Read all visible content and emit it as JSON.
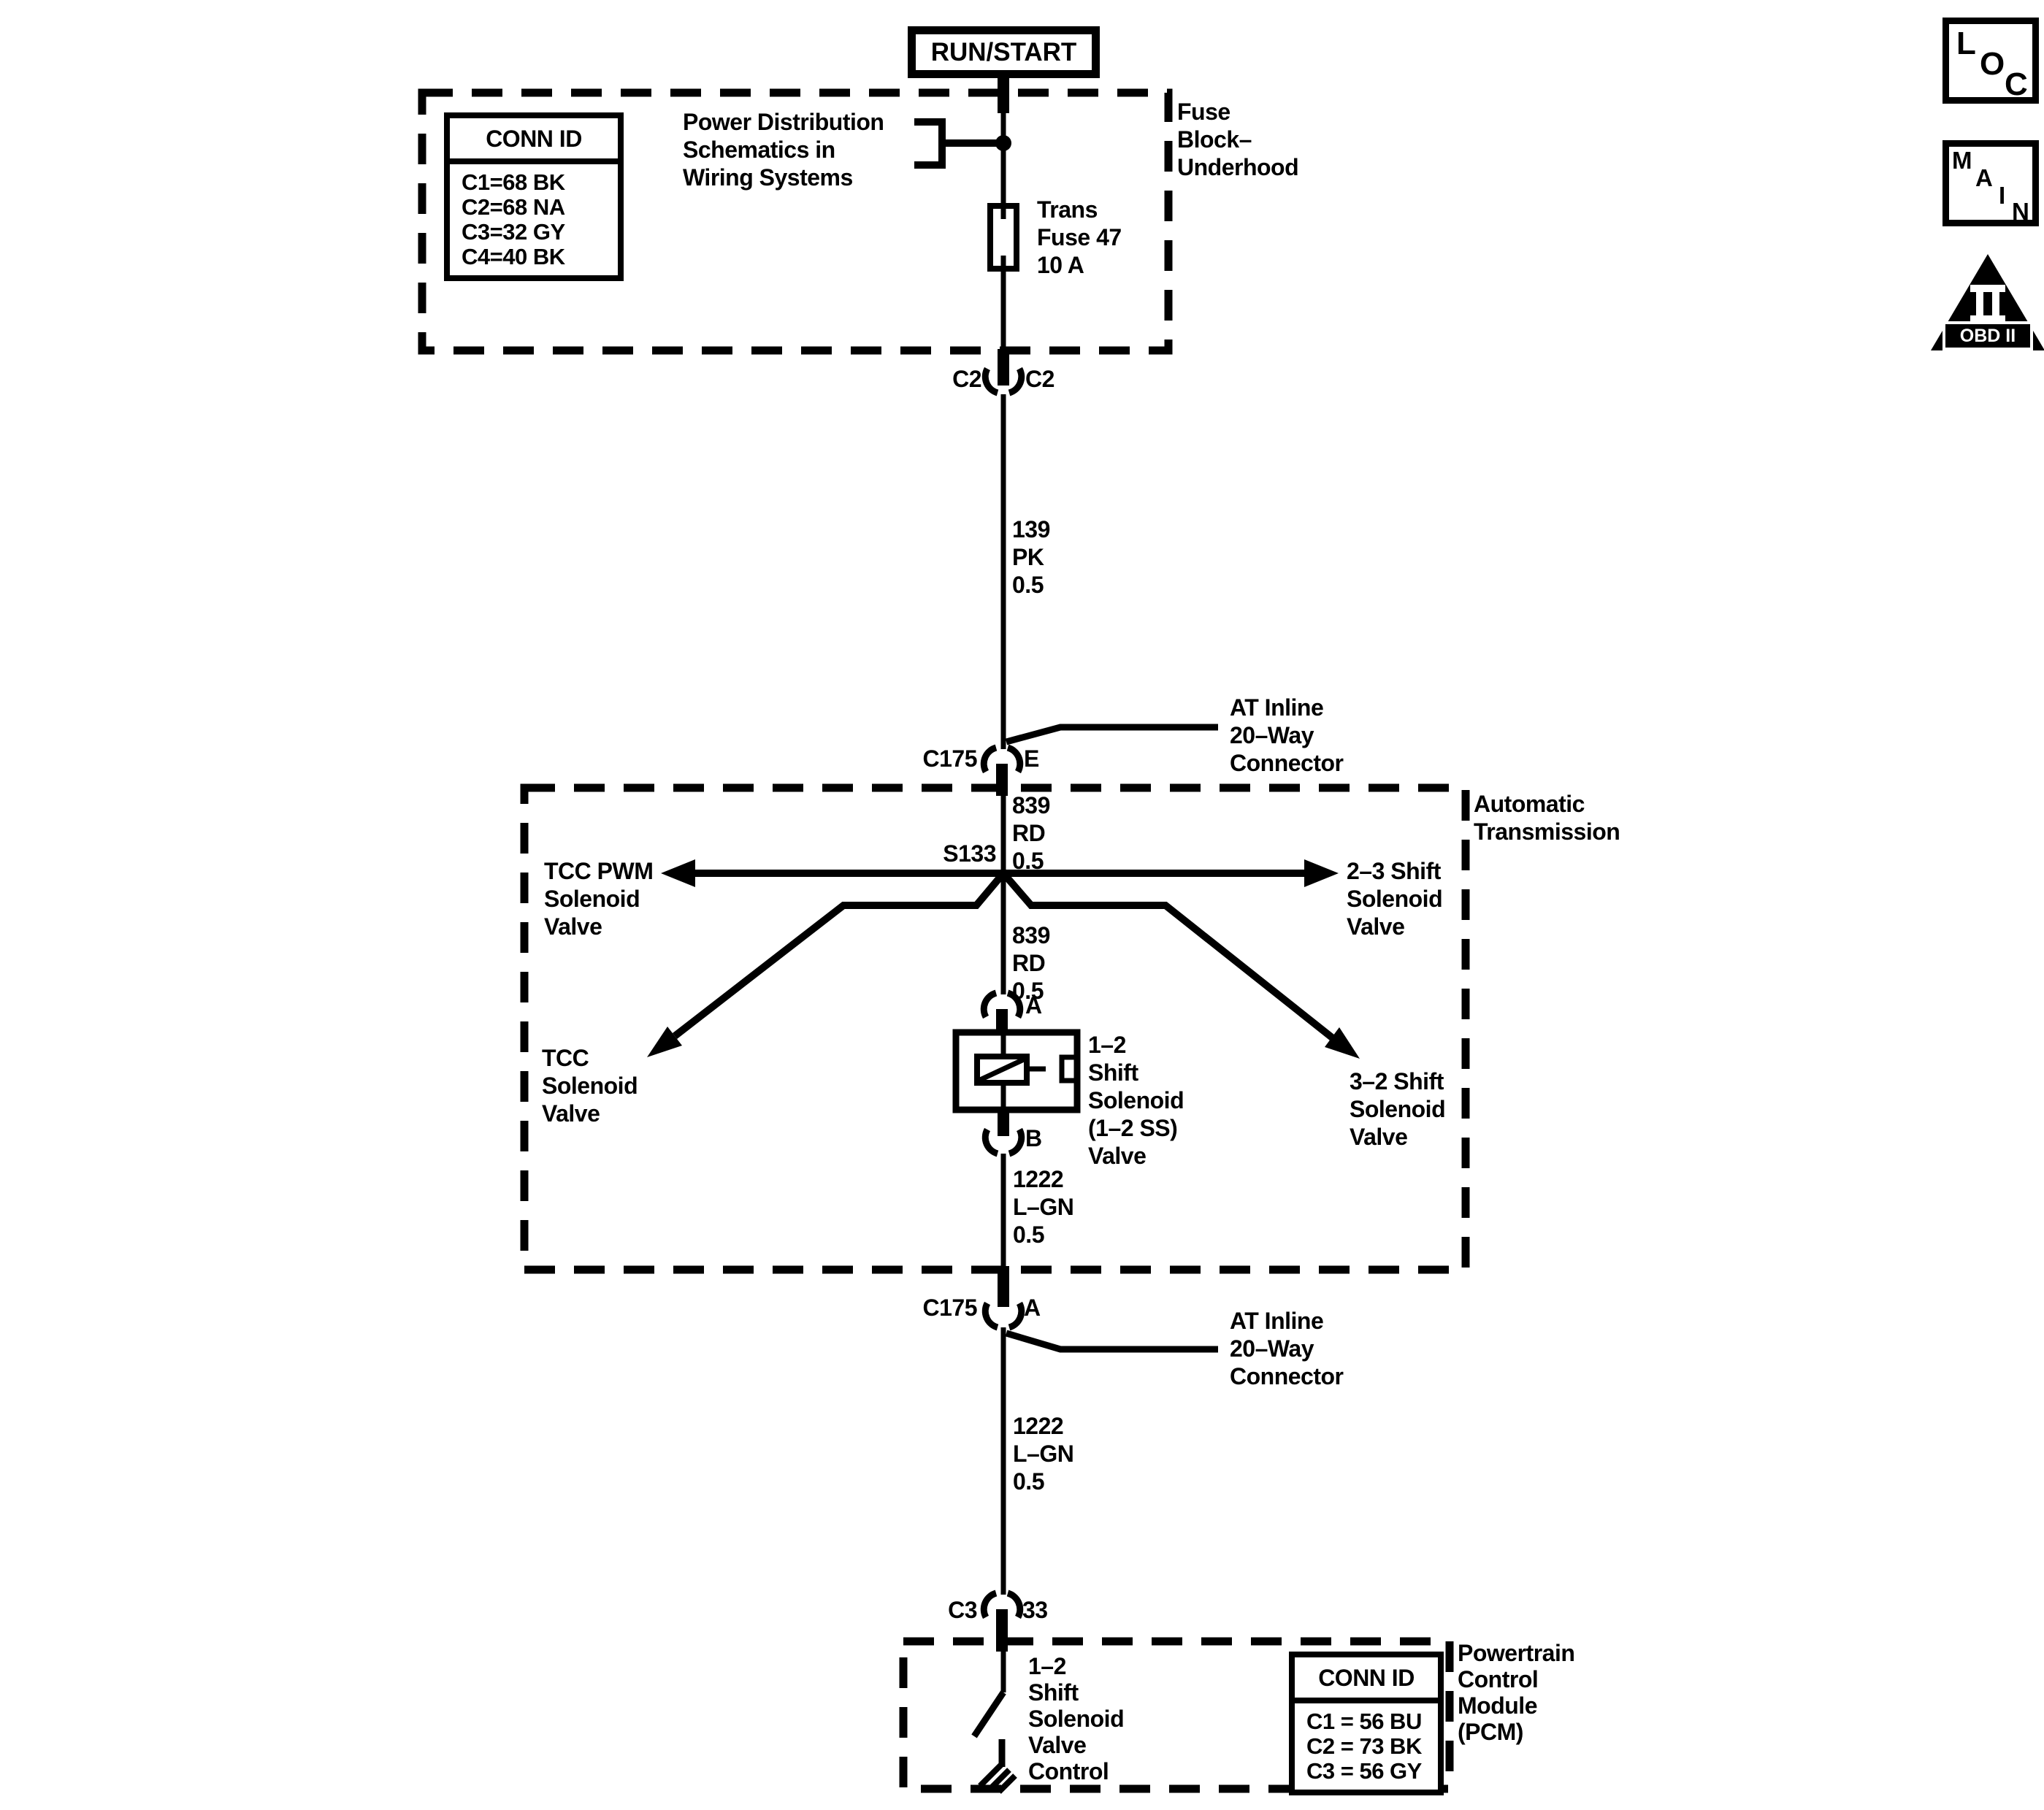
{
  "colors": {
    "ink": "#000000",
    "paper": "#ffffff"
  },
  "power_source": {
    "label": "RUN/START"
  },
  "corner_icons": {
    "loc": {
      "l": "L",
      "o": "O",
      "c": "C"
    },
    "main": {
      "m": "M",
      "a": "A",
      "i": "I",
      "n": "N"
    },
    "obd": {
      "label": "OBD II"
    }
  },
  "fuse_block": {
    "name": "Fuse\nBlock–\nUnderhood",
    "conn_table": {
      "header": "CONN ID",
      "rows": [
        "C1=68 BK",
        "C2=68 NA",
        "C3=32 GY",
        "C4=40 BK"
      ]
    },
    "power_dist_note": "Power Distribution\nSchematics in\nWiring Systems",
    "fuse_label": "Trans\nFuse 47\n10 A"
  },
  "wires": {
    "pk": "139\nPK\n0.5",
    "rd_upper": "839\nRD\n0.5",
    "rd_lower": "839\nRD\n0.5",
    "lgn_upper": "1222\nL–GN\n0.5",
    "lgn_lower": "1222\nL–GN\n0.5"
  },
  "connectors": {
    "c2": {
      "left": "C2",
      "right": "C2"
    },
    "c175_e": {
      "name": "C175",
      "pin": "E",
      "note": "AT Inline\n20–Way\nConnector"
    },
    "c175_a": {
      "name": "C175",
      "pin": "A",
      "note": "AT Inline\n20–Way\nConnector"
    },
    "c3": {
      "name": "C3",
      "pin": "33"
    },
    "pin_a": "A",
    "pin_b": "B"
  },
  "at_box": {
    "name": "Automatic\nTransmission",
    "splice": "S133",
    "tcc_pwm": "TCC PWM\nSolenoid\nValve",
    "shift_23": "2–3 Shift\nSolenoid\nValve",
    "tcc": "TCC\nSolenoid\nValve",
    "shift_32": "3–2 Shift\nSolenoid\nValve",
    "solenoid_12": "1–2\nShift\nSolenoid\n(1–2 SS)\nValve"
  },
  "pcm_box": {
    "name": "Powertrain\nControl\nModule\n(PCM)",
    "control": "1–2\nShift\nSolenoid\nValve\nControl",
    "conn_table": {
      "header": "CONN ID",
      "rows": [
        "C1 = 56 BU",
        "C2 = 73 BK",
        "C3 = 56 GY"
      ]
    }
  }
}
